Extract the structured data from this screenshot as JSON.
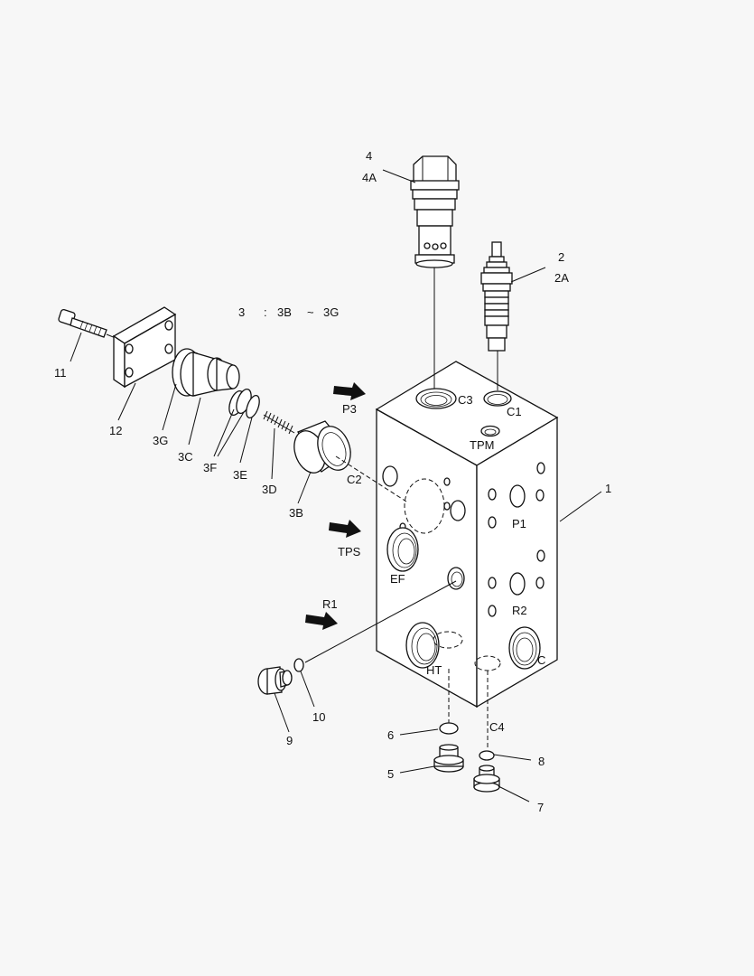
{
  "formula": {
    "main": "3",
    "colon": ":",
    "from": "3B",
    "tilde": "~",
    "to": "3G"
  },
  "callouts": {
    "n1": "1",
    "n2": "2",
    "n2A": "2A",
    "n4": "4",
    "n4A": "4A",
    "n3B": "3B",
    "n3C": "3C",
    "n3D": "3D",
    "n3E": "3E",
    "n3F": "3F",
    "n3G": "3G",
    "n5": "5",
    "n6": "6",
    "n7": "7",
    "n8": "8",
    "n9": "9",
    "n10": "10",
    "n11": "11",
    "n12": "12"
  },
  "ports": {
    "P3": "P3",
    "C3": "C3",
    "C1": "C1",
    "TPM": "TPM",
    "C2": "C2",
    "TPS": "TPS",
    "EF": "EF",
    "P1": "P1",
    "R1": "R1",
    "R2": "R2",
    "HT": "HT",
    "C": "C",
    "C4": "C4"
  }
}
